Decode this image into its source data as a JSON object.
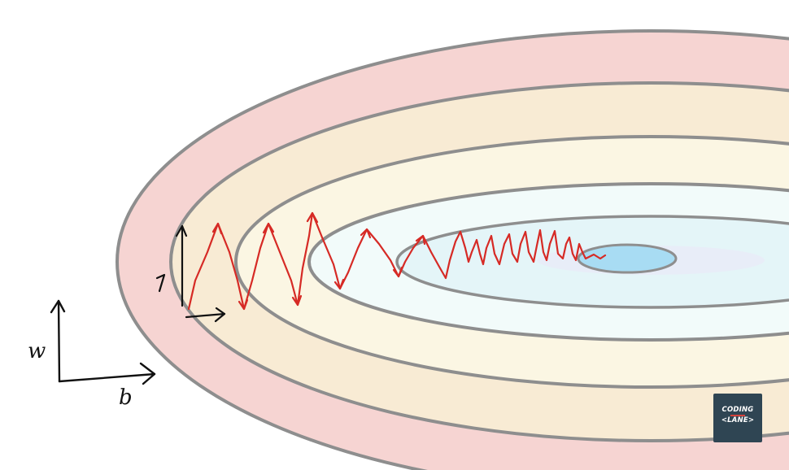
{
  "diagram": {
    "axis_labels": {
      "vertical": "w",
      "horizontal": "b"
    },
    "vertical_step_mark": "1"
  },
  "contour_colors": {
    "outer_ring": "#f6d4d2",
    "ring_2": "#f8ebd4",
    "ring_3": "#fbf6e3",
    "ring_4": "#f2fbfa",
    "ring_5": "#e4f5f8",
    "ring_6": "#e8edf8",
    "minimum": "#a8dcf3",
    "contour_line": "#8e8e8e",
    "path_stroke": "#d62a25",
    "axis_stroke": "#111111"
  },
  "logo": {
    "line1": "CODING",
    "line2": "<LANE>",
    "background": "#2f4553",
    "accent": "#d6413b"
  }
}
